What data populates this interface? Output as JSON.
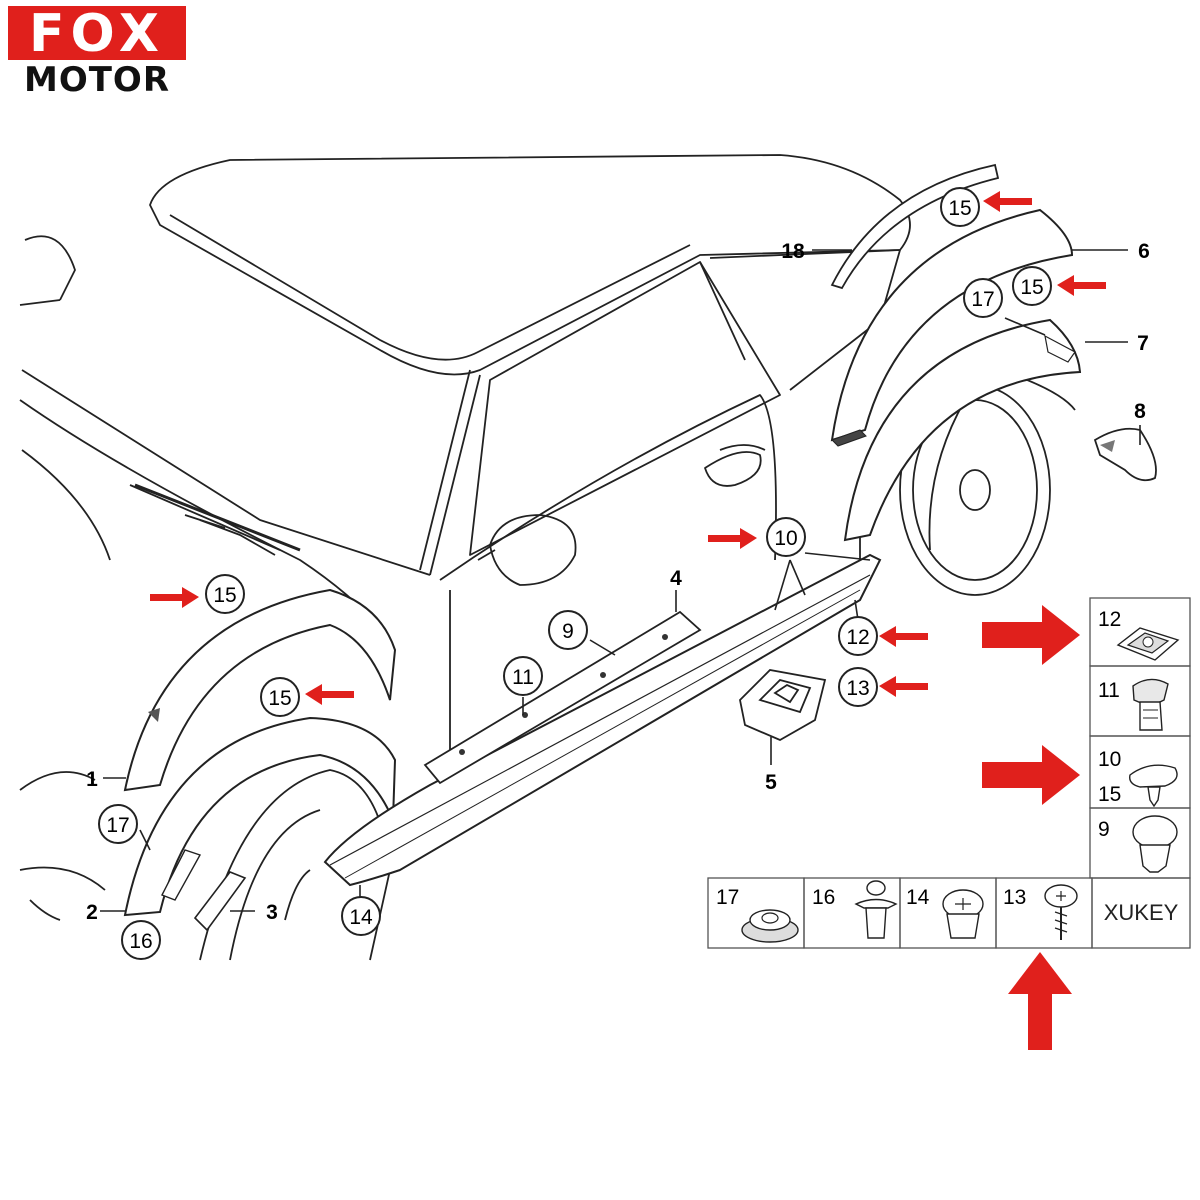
{
  "logo": {
    "line1": "FOX",
    "line2": "MOTOR",
    "accent": "#e0201c"
  },
  "callouts": {
    "c15a": "15",
    "c18": "18",
    "c6": "6",
    "c15b": "15",
    "c17a": "17",
    "c7": "7",
    "c8": "8",
    "c10": "10",
    "c4": "4",
    "c9": "9",
    "c12": "12",
    "c13": "13",
    "c11": "11",
    "c5": "5",
    "c15c": "15",
    "c15d": "15",
    "c1": "1",
    "c17b": "17",
    "c2": "2",
    "c3": "3",
    "c16": "16",
    "c14": "14"
  },
  "legend": {
    "c12": "12",
    "c11": "11",
    "c10": "10",
    "c15": "15",
    "c9": "9",
    "c17": "17",
    "c16": "16",
    "c14": "14",
    "c13": "13",
    "brand": "XUKEY"
  }
}
